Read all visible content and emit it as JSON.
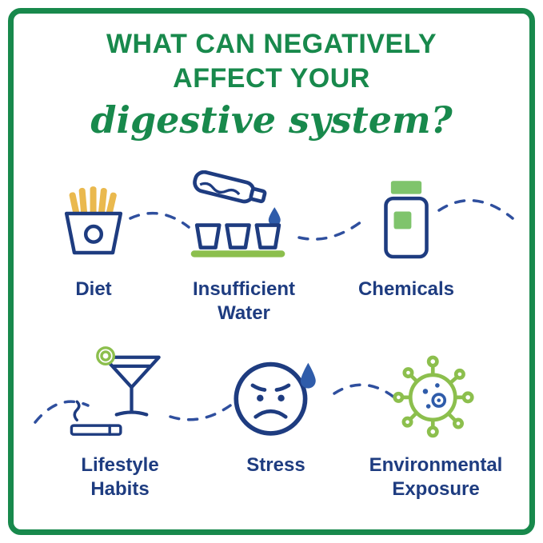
{
  "header": {
    "line1": "WHAT CAN NEGATIVELY",
    "line2": "AFFECT YOUR",
    "script": "digestive system?"
  },
  "items": [
    {
      "label": "Diet",
      "icon": "fries-icon"
    },
    {
      "label": "Insufficient\nWater",
      "icon": "water-glasses-icon"
    },
    {
      "label": "Chemicals",
      "icon": "pill-bottle-icon"
    },
    {
      "label": "Lifestyle\nHabits",
      "icon": "cocktail-cigarette-icon"
    },
    {
      "label": "Stress",
      "icon": "stressed-face-icon"
    },
    {
      "label": "Environmental\nExposure",
      "icon": "germ-icon"
    }
  ],
  "colors": {
    "green": "#18894c",
    "navy": "#1e3c80",
    "accent_green": "#8cbf4d",
    "fry_yellow": "#eab94e",
    "drop_blue": "#2f5caa"
  }
}
